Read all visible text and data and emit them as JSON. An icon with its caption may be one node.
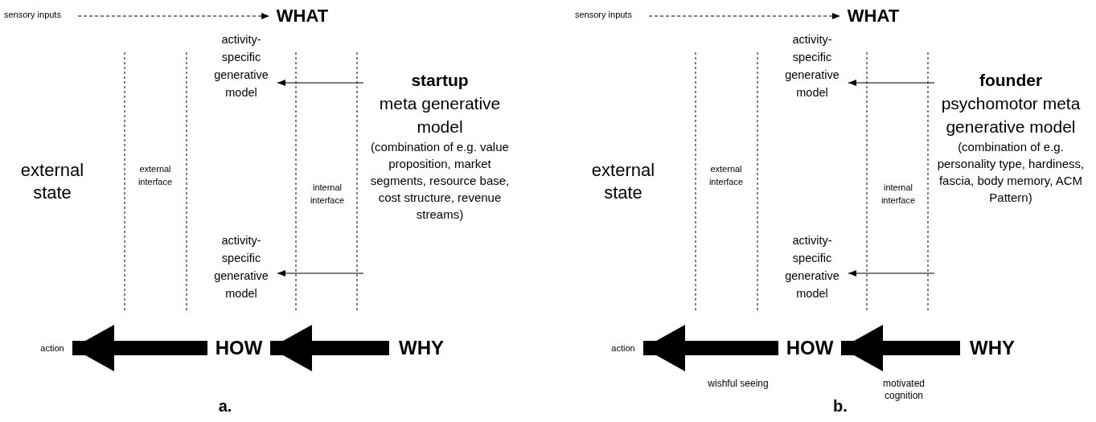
{
  "diagram": {
    "nodes": [
      {
        "text": [
          "sensory inputs"
        ]
      },
      {
        "text": [
          "WHAT"
        ]
      },
      {
        "text": [
          "activity-specific generative model"
        ]
      },
      {
        "text": [
          "startup",
          "meta generative model",
          "(combination of e.g. value proposition, market segments, resource base, cost structure, revenue streams)"
        ]
      },
      {
        "text": [
          "activity-specific generative model"
        ]
      },
      {
        "text": [
          "action"
        ]
      },
      {
        "text": [
          "HOW"
        ]
      },
      {
        "text": [
          "WHY"
        ]
      },
      {
        "text": [
          "sensory inputs"
        ]
      },
      {
        "text": [
          "WHAT"
        ]
      },
      {
        "text": [
          "activity-specific generative model"
        ]
      },
      {
        "text": [
          "founder",
          "psychomotor meta generative model",
          "(combination of e.g. personality type, hardiness, fascia, body memory, ACM Pattern)"
        ]
      },
      {
        "text": [
          "activity-specific generative model"
        ]
      },
      {
        "text": [
          "action"
        ]
      },
      {
        "text": [
          "HOW"
        ]
      },
      {
        "text": [
          "WHY"
        ]
      }
    ],
    "edges": [
      {
        "from": 0,
        "to": 1,
        "arrow": "to",
        "style": "dashed"
      },
      {
        "from": 3,
        "to": 2,
        "arrow": "to"
      },
      {
        "from": 3,
        "to": 4,
        "arrow": "to"
      },
      {
        "from": 6,
        "to": 5,
        "arrow": "to",
        "style": "thick"
      },
      {
        "from": 7,
        "to": 6,
        "arrow": "to",
        "style": "thick"
      },
      {
        "from": 8,
        "to": 9,
        "arrow": "to",
        "style": "dashed"
      },
      {
        "from": 11,
        "to": 10,
        "arrow": "to"
      },
      {
        "from": 11,
        "to": 12,
        "arrow": "to"
      },
      {
        "from": 14,
        "to": 13,
        "arrow": "to",
        "style": "thick",
        "label": "wishful seeing"
      },
      {
        "from": 15,
        "to": 14,
        "arrow": "to",
        "style": "thick",
        "label": "motivated cognition"
      }
    ],
    "labels": [
      "external state",
      "external interface",
      "internal interface",
      "a.",
      "external state",
      "external interface",
      "internal interface",
      "b."
    ]
  }
}
